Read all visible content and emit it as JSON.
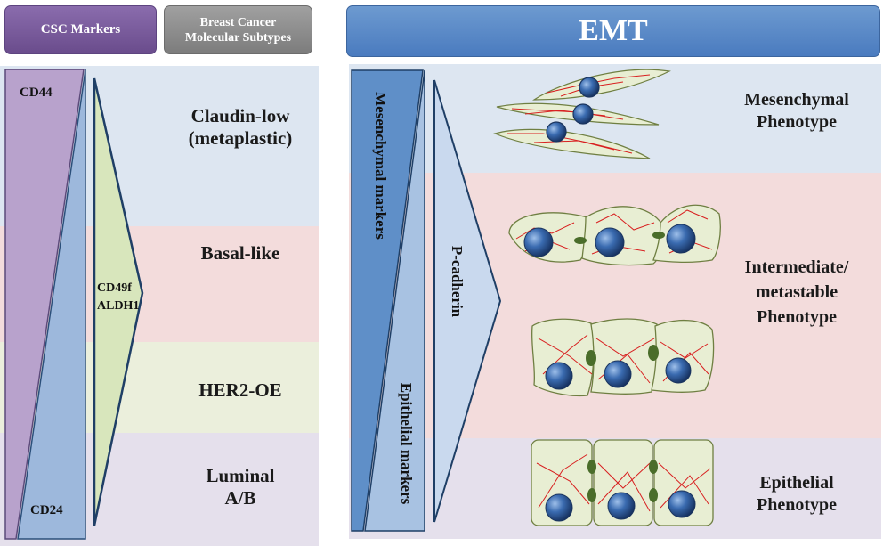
{
  "left_headers": {
    "csc_markers": "CSC Markers",
    "subtypes_line1": "Breast Cancer",
    "subtypes_line2": "Molecular Subtypes"
  },
  "left_markers": {
    "cd44": "CD44",
    "cd24": "CD24",
    "cd49f": "CD49f",
    "aldh1": "ALDH1"
  },
  "subtypes": [
    {
      "line1": "Claudin-low",
      "line2": "(metaplastic)"
    },
    {
      "line1": "Basal-like",
      "line2": ""
    },
    {
      "line1": "HER2-OE",
      "line2": ""
    },
    {
      "line1": "Luminal",
      "line2": "A/B"
    }
  ],
  "right_header": "EMT",
  "emt_markers": {
    "mesenchymal": "Mesenchymal markers",
    "epithelial": "Epithelial markers",
    "pcadherin": "P-cadherin"
  },
  "phenotypes": [
    {
      "line1": "Mesenchymal",
      "line2": "Phenotype",
      "line3": ""
    },
    {
      "line1": "Intermediate/",
      "line2": "metastable",
      "line3": "Phenotype"
    },
    {
      "line1": "Epithelial",
      "line2": "Phenotype",
      "line3": ""
    }
  ],
  "colors": {
    "band_blue": "#dde6f1",
    "band_pink": "#f3dcdc",
    "band_green": "#ebefdc",
    "band_lavender": "#e5e0ec",
    "purple_header": "#7a5c9c",
    "gray_header": "#8c8c8c",
    "blue_header": "#4f81bd",
    "cell_fill": "#e8eed3",
    "nucleus": "#2c5a9a",
    "filament": "#d82020"
  }
}
